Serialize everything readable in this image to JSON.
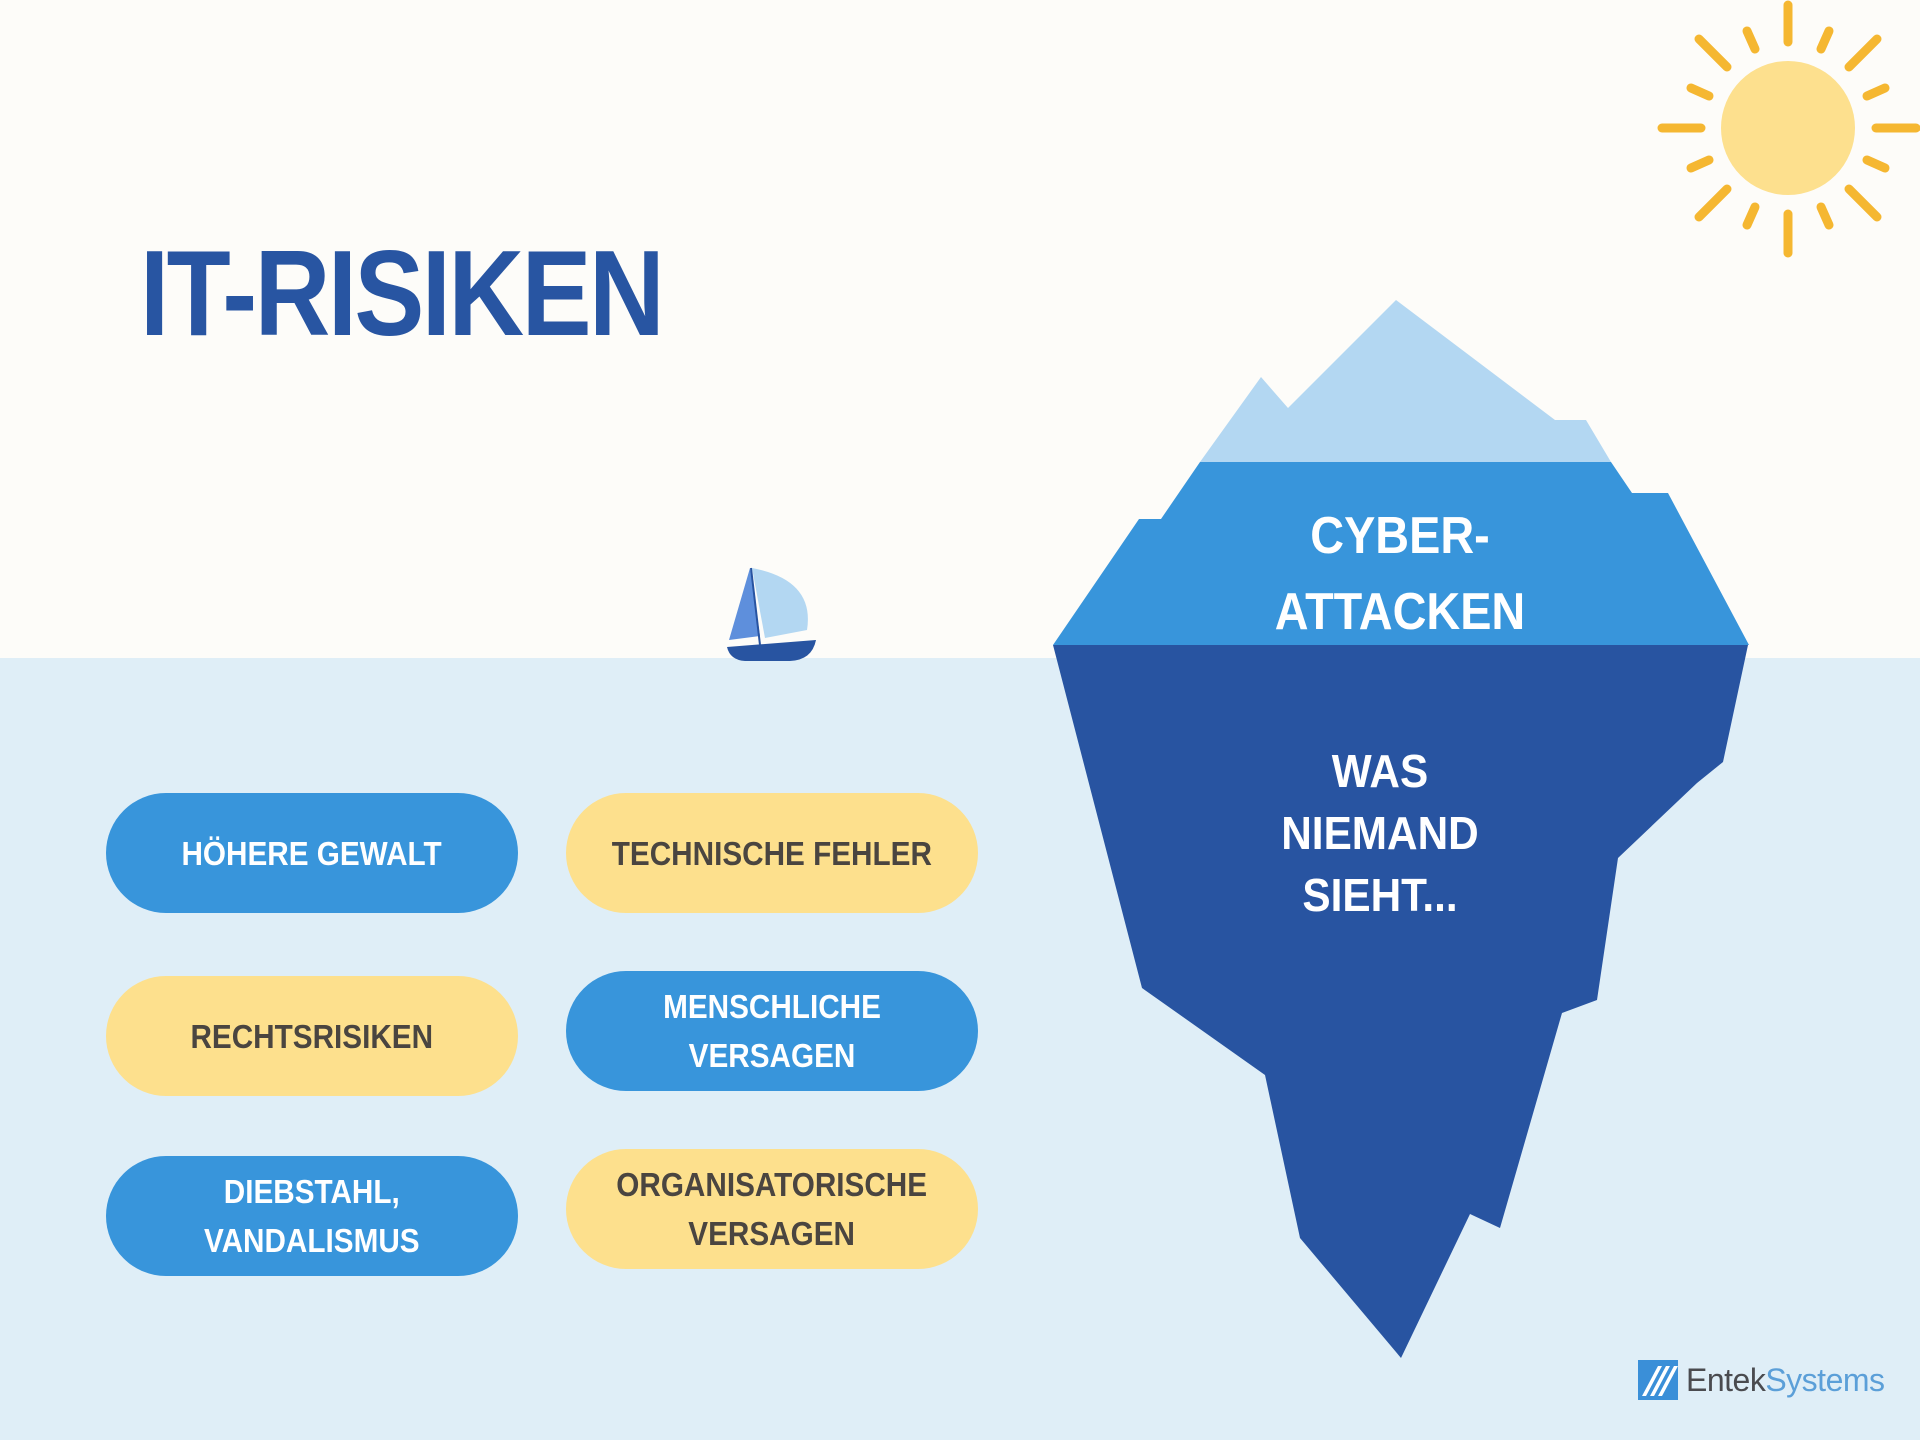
{
  "title": "IT-RISIKEN",
  "iceberg": {
    "above_line1": "CYBER-",
    "above_line2": "ATTACKEN",
    "below_line1": "WAS",
    "below_line2": "NIEMAND",
    "below_line3": "SIEHT..."
  },
  "risks": [
    {
      "label": "HÖHERE GEWALT",
      "color": "blue"
    },
    {
      "label": "TECHNISCHE FEHLER",
      "color": "yellow"
    },
    {
      "label": "RECHTSRISIKEN",
      "color": "yellow"
    },
    {
      "label": "MENSCHLICHE\nVERSAGEN",
      "color": "blue"
    },
    {
      "label": "DIEBSTAHL,\nVANDALISMUS",
      "color": "blue"
    },
    {
      "label": "ORGANISATORISCHE\nVERSAGEN",
      "color": "yellow"
    }
  ],
  "logo": {
    "brand_part1": "Entek",
    "brand_part2": "Systems"
  },
  "icons": {
    "sun": "sun-icon",
    "sailboat": "sailboat-icon",
    "iceberg": "iceberg-illustration",
    "logo": "entek-logo-icon"
  },
  "colors": {
    "sky": "#fdfcf9",
    "water": "#dfeef7",
    "title_blue": "#2855a2",
    "ice_light": "#b3d7f2",
    "ice_mid": "#3895db",
    "ice_dark": "#2854a1",
    "pill_yellow": "#fde08d",
    "sun_body": "#fde08e",
    "sun_rays": "#f5b731"
  }
}
